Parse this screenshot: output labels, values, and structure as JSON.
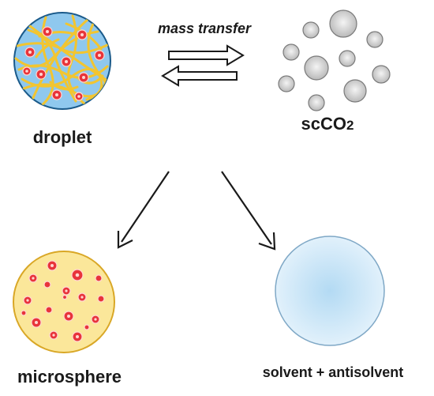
{
  "labels": {
    "mass_transfer": "mass transfer",
    "droplet": "droplet",
    "sc_main": "scCO",
    "sc_sub": "2",
    "microsphere": "microsphere",
    "solvent_mix": "solvent + antisolvent"
  },
  "colors": {
    "droplet_fill": "#8fc8ee",
    "droplet_stroke": "#1a5a8a",
    "fiber": "#f2c530",
    "dot_fill": "#e8343a",
    "dot_core": "#ffd7d2",
    "microsphere_fill": "#fbe79a",
    "microsphere_stroke": "#d9a726",
    "bubble_light": "#f4f4f4",
    "bubble_dark": "#b9b9b9",
    "bubble_stroke": "#7a7a7a",
    "solvent_light": "#e6f3fc",
    "solvent_dark": "#b3daf3",
    "solvent_stroke": "#7fa8c6",
    "arrow": "#1a1a1a"
  },
  "icons": {
    "mass_transfer_forward": "hollow-right-arrow",
    "mass_transfer_back": "hollow-left-arrow",
    "branch_left": "arrow-down-left",
    "branch_right": "arrow-down-right"
  }
}
